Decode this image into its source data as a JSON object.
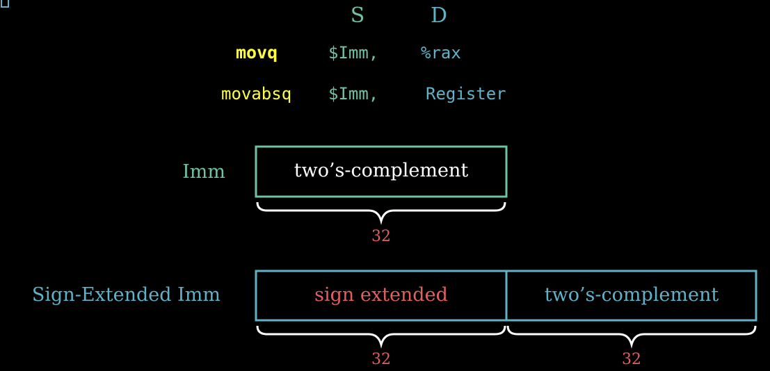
{
  "colors": {
    "background": "#000000",
    "teal": "#6fc2a5",
    "blue": "#5fb3c9",
    "yellow": "#ffff40",
    "red": "#e06060",
    "white": "#ffffff"
  },
  "operand_headers": {
    "source": "S",
    "destination": "D"
  },
  "instructions": [
    {
      "mnemonic": "movq",
      "source": "$Imm,",
      "destination": "%rax"
    },
    {
      "mnemonic": "movabsq",
      "source": "$Imm,",
      "destination": "Register"
    }
  ],
  "imm_row": {
    "label": "Imm",
    "box_text": "two’s-complement",
    "bits": "32"
  },
  "sign_ext_row": {
    "label": "Sign-Extended Imm",
    "left_box_text": "sign extended",
    "right_box_text": "two’s-complement",
    "left_bits": "32",
    "right_bits": "32"
  }
}
